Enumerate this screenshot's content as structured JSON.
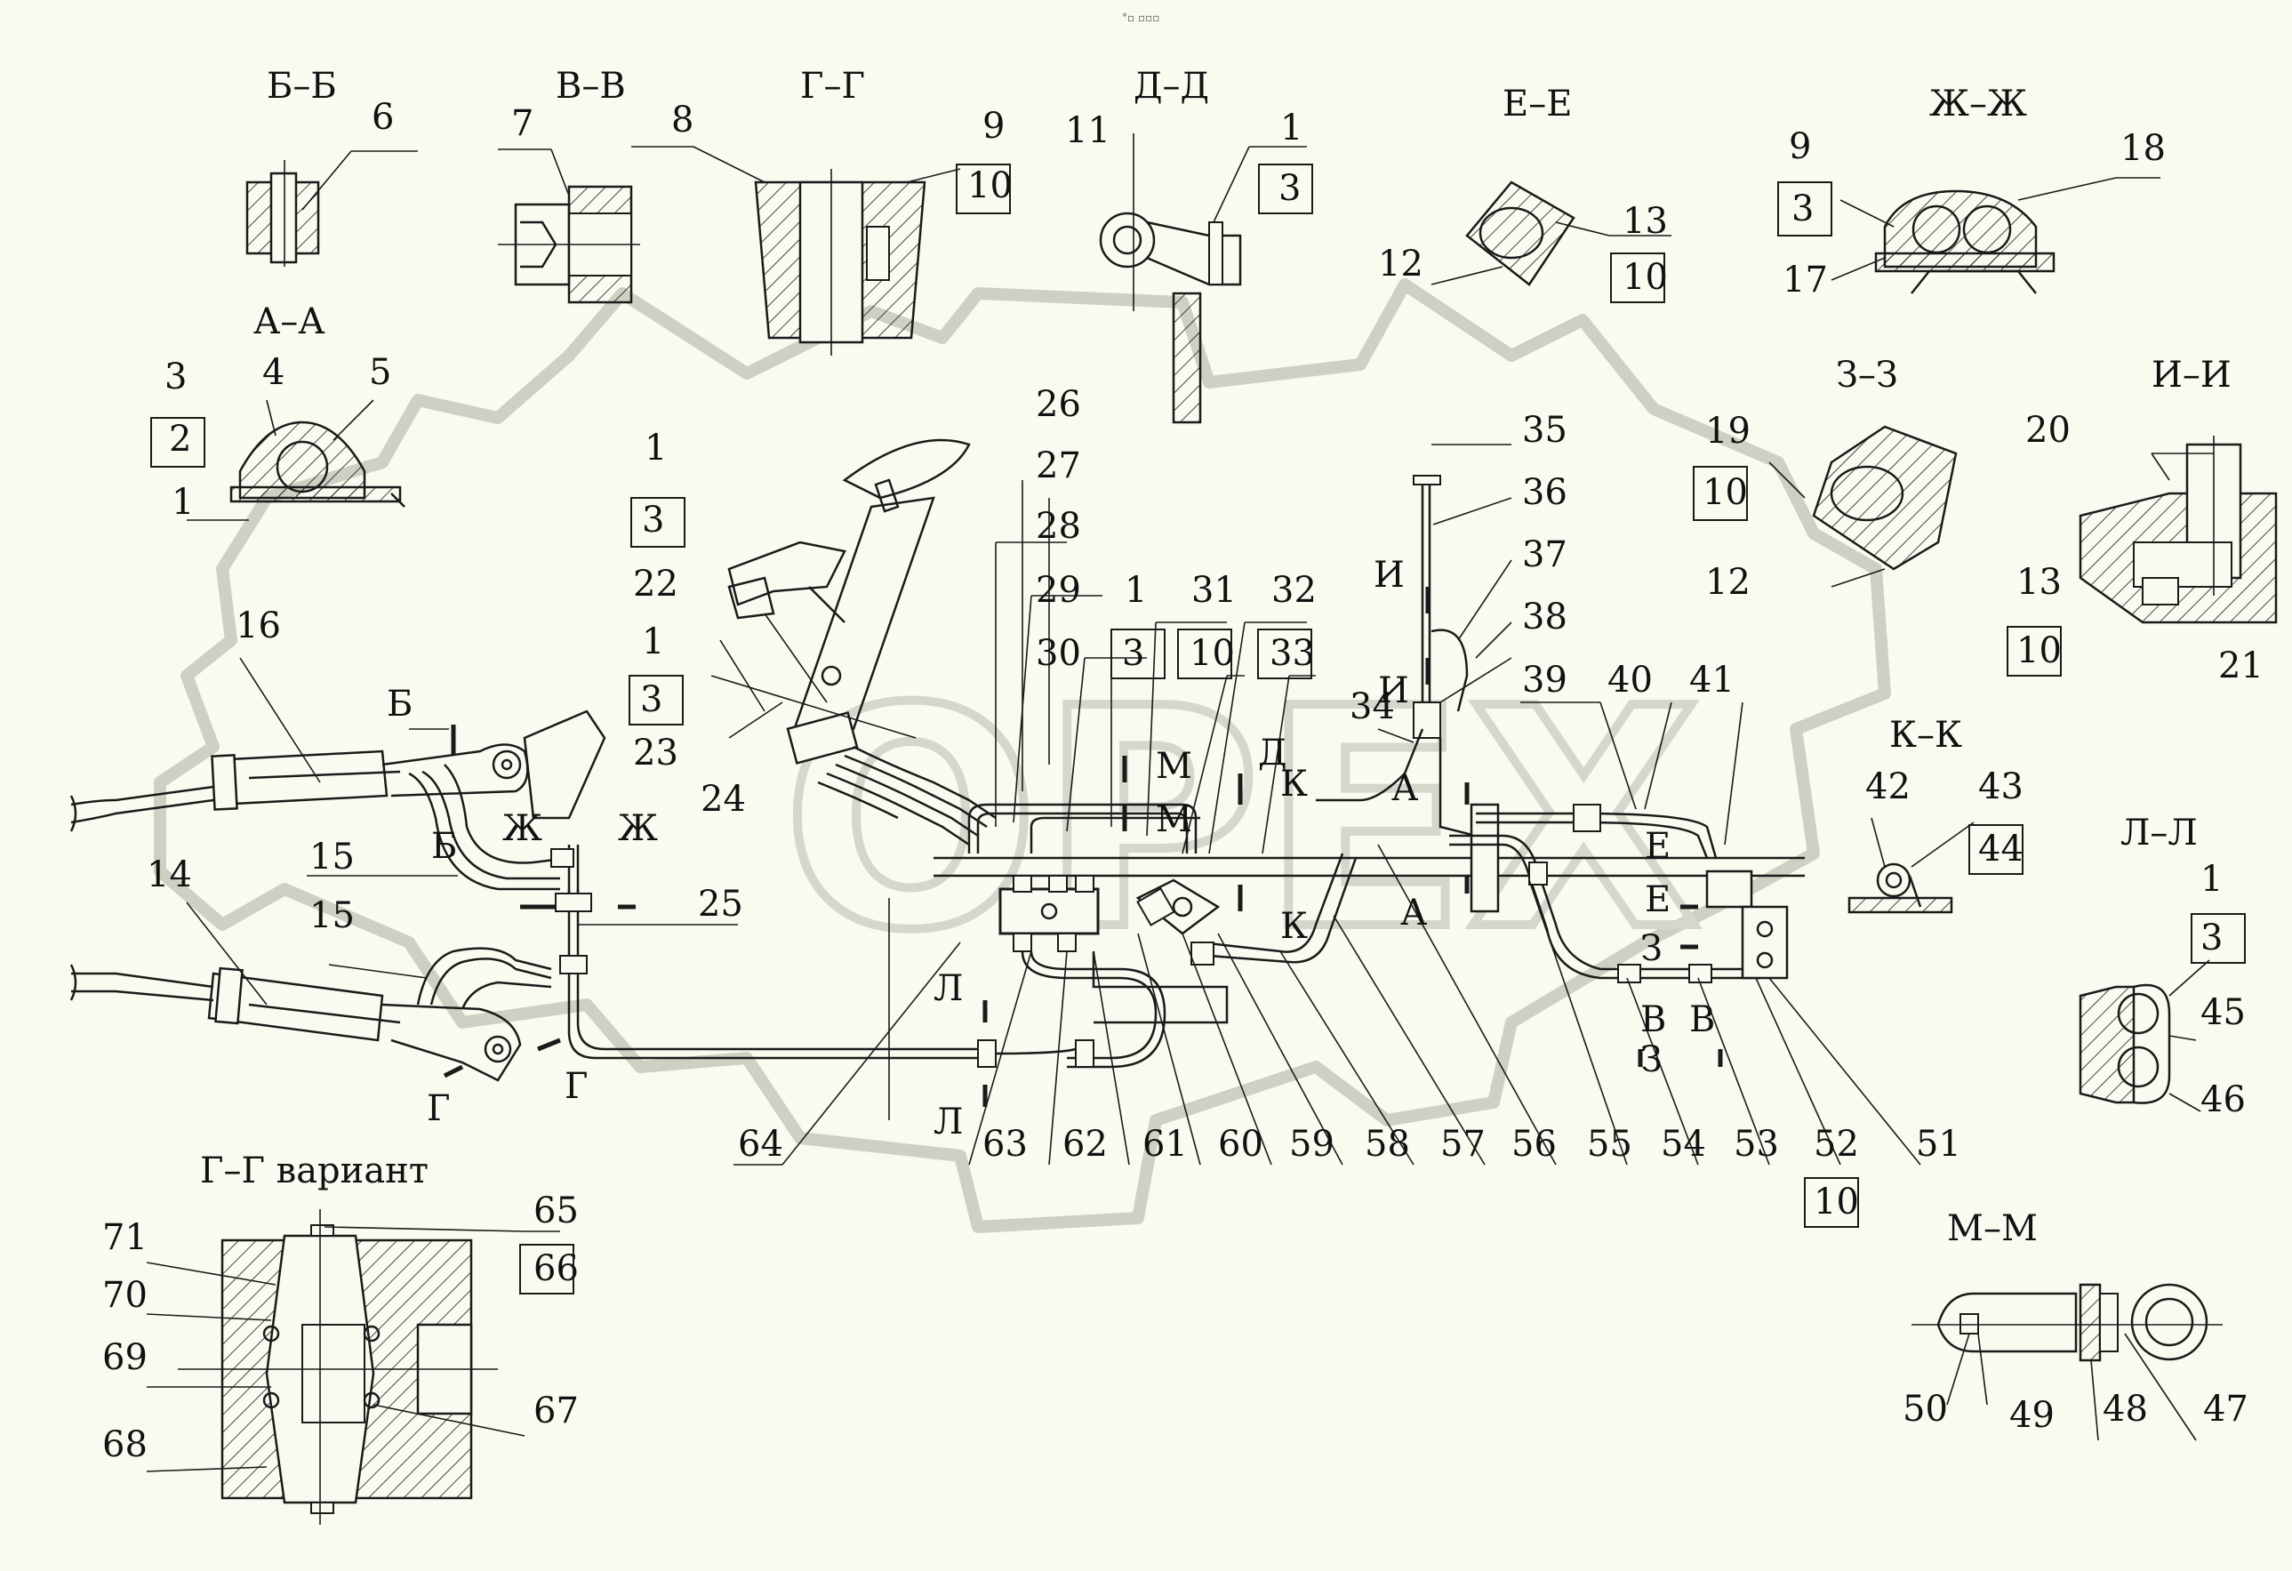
{
  "top_caption": "°▫ ▫▫▫",
  "watermark": "OPEX",
  "section_titles": [
    {
      "id": "bb",
      "text": "Б–Б"
    },
    {
      "id": "vv",
      "text": "В–В"
    },
    {
      "id": "gg",
      "text": "Г–Г"
    },
    {
      "id": "dd",
      "text": "Д–Д"
    },
    {
      "id": "ee",
      "text": "Е–Е"
    },
    {
      "id": "zhzh",
      "text": "Ж–Ж"
    },
    {
      "id": "aa",
      "text": "А–А"
    },
    {
      "id": "zz",
      "text": "З–З"
    },
    {
      "id": "ii",
      "text": "И–И"
    },
    {
      "id": "kk",
      "text": "К–К"
    },
    {
      "id": "ll",
      "text": "Л–Л"
    },
    {
      "id": "mm",
      "text": "М–М"
    },
    {
      "id": "ggv",
      "text": "Г–Г вариант"
    }
  ],
  "callouts": [
    "1",
    "2",
    "3",
    "4",
    "5",
    "6",
    "7",
    "8",
    "9",
    "10",
    "11",
    "12",
    "13",
    "14",
    "15",
    "16",
    "17",
    "18",
    "19",
    "20",
    "21",
    "22",
    "23",
    "24",
    "25",
    "26",
    "27",
    "28",
    "29",
    "30",
    "31",
    "32",
    "33",
    "34",
    "35",
    "36",
    "37",
    "38",
    "39",
    "40",
    "41",
    "42",
    "43",
    "44",
    "45",
    "46",
    "47",
    "48",
    "49",
    "50",
    "51",
    "52",
    "53",
    "54",
    "55",
    "56",
    "57",
    "58",
    "59",
    "60",
    "61",
    "62",
    "63",
    "64",
    "65",
    "66",
    "67",
    "68",
    "69",
    "70",
    "71"
  ],
  "cut_letters": [
    "Б",
    "Б",
    "Ж",
    "Ж",
    "Г",
    "Г",
    "Л",
    "Л",
    "М",
    "М",
    "Д",
    "К",
    "К",
    "И",
    "И",
    "А",
    "А",
    "Е",
    "Е",
    "З",
    "З",
    "В",
    "В"
  ]
}
